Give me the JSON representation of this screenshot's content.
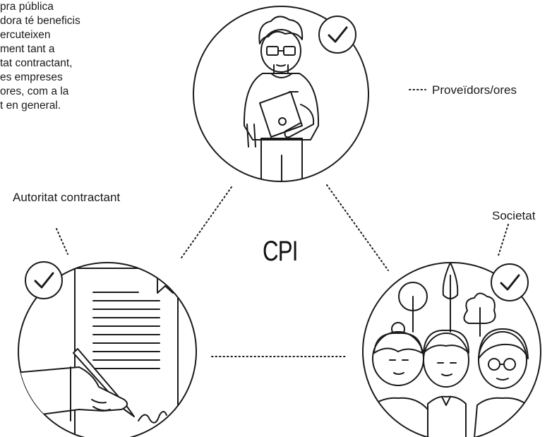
{
  "intro_lines": [
    "pra pública",
    "dora té beneficis",
    "ercuteixen",
    "ment tant a",
    "tat contractant,",
    "es empreses",
    "ores, com a la",
    "t en general."
  ],
  "center_label": "CPI",
  "nodes": {
    "suppliers": {
      "label": "Proveïdors/ores",
      "icon": "person-with-tablet"
    },
    "authority": {
      "label": "Autoritat contractant",
      "icon": "document-signing"
    },
    "society": {
      "label": "Societat",
      "icon": "people-and-trees"
    }
  },
  "badge_icon": "check-badge-icon",
  "colors": {
    "line": "#1a1a1a",
    "background": "#ffffff"
  }
}
